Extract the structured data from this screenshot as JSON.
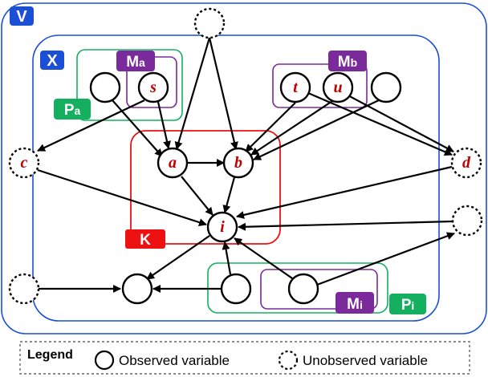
{
  "regions": {
    "v": {
      "label": "V",
      "color": "#1a4fd6"
    },
    "x": {
      "label": "X",
      "color": "#1a4fd6"
    },
    "k": {
      "label": "K",
      "color": "#ee1111"
    },
    "pa": {
      "label": "Pa",
      "main": "P",
      "sub": "a",
      "color": "#14b060"
    },
    "ma": {
      "label": "Ma",
      "main": "M",
      "sub": "a",
      "color": "#7a2a9a"
    },
    "mb": {
      "label": "Mb",
      "main": "M",
      "sub": "b",
      "color": "#7a2a9a"
    },
    "pi": {
      "label": "Pi",
      "main": "P",
      "sub": "i",
      "color": "#14b060"
    },
    "mi": {
      "label": "Mi",
      "main": "M",
      "sub": "i",
      "color": "#7a2a9a"
    }
  },
  "nodes": {
    "s": {
      "label": "s",
      "observed": true
    },
    "t": {
      "label": "t",
      "observed": true
    },
    "u": {
      "label": "u",
      "observed": true
    },
    "a": {
      "label": "a",
      "observed": true
    },
    "b": {
      "label": "b",
      "observed": true
    },
    "c": {
      "label": "c",
      "observed": false
    },
    "d": {
      "label": "d",
      "observed": false
    },
    "i": {
      "label": "i",
      "observed": true
    }
  },
  "legend": {
    "title": "Legend",
    "observed": "Observed variable",
    "unobserved": "Unobserved variable"
  },
  "colors": {
    "label_text": "#c00000"
  }
}
